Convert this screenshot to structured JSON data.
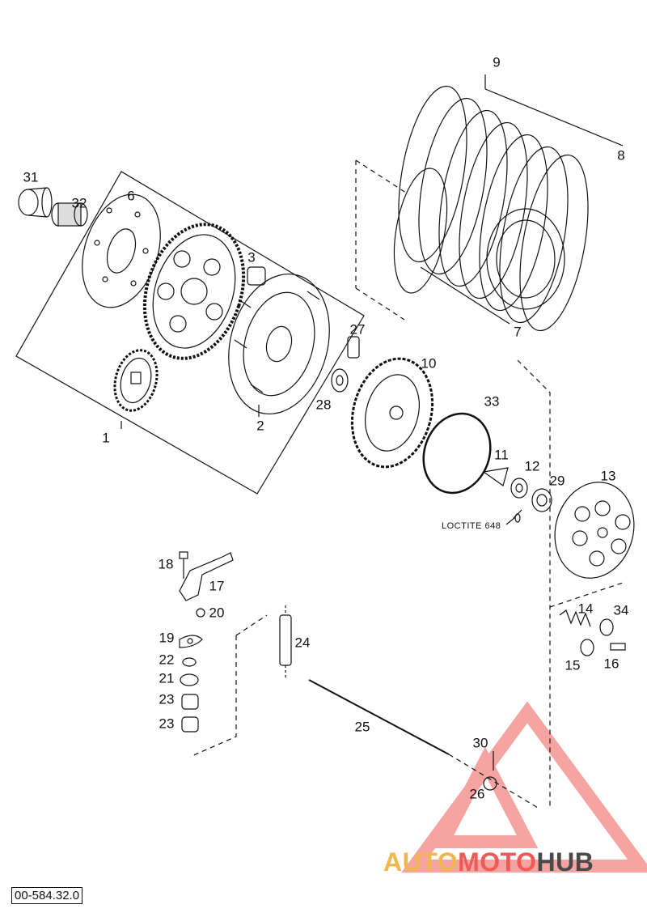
{
  "diagram": {
    "callouts": [
      "9",
      "8",
      "7",
      "31",
      "32",
      "6",
      "3",
      "27",
      "10",
      "33",
      "28",
      "2",
      "1",
      "11",
      "12",
      "29",
      "13",
      "18",
      "17",
      "20",
      "19",
      "22",
      "21",
      "23",
      "23",
      "24",
      "14",
      "34",
      "15",
      "16",
      "25",
      "30",
      "26"
    ],
    "note": "LOCTITE 648",
    "doc_number": "00-584.32.0"
  },
  "watermark": {
    "part1": "AUTO",
    "part2": "MOTO",
    "part3": "HUB",
    "colors": {
      "auto": "#f2b64e",
      "moto": "#ee5a56",
      "hub": "#4a4a4a",
      "triangle": "#ee5a56"
    }
  }
}
